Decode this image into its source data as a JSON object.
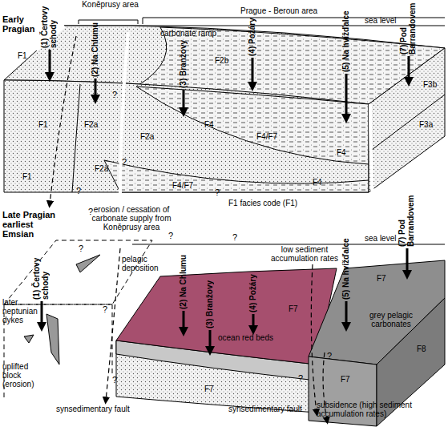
{
  "diagram": {
    "labels": [
      "Koněprusy area",
      "Prague - Beroun area",
      "Early Pragian",
      "sea level",
      "carbonate ramp",
      "(1) Čertovy schody",
      "(2) Na Chlumu",
      "(3) Branžovy",
      "(4) Požáry",
      "(5) Na hvížďalce",
      "(7) Pod Barrandovem",
      "F1",
      "F1",
      "F1",
      "F2a",
      "F2a",
      "F2a",
      "F2b",
      "F4",
      "F4/F7",
      "F4",
      "F4/F7",
      "F4",
      "F3b",
      "F3a",
      "F1 facies code (F1)",
      "?",
      "?",
      "?",
      "?",
      "?",
      "Late Pragian earliest Emsian",
      "erosion / cessation of carbonate supply from Koněprusy area",
      "sea level",
      "pelagic deposition",
      "low sediment accumulation rates",
      "later neptunian dykes",
      "uplifted block (erosion)",
      "ocean red beds",
      "F7",
      "F7",
      "F7",
      "F7",
      "grey pelagic carbonates",
      "F8",
      "synsedimentary fault",
      "synsedimentary fault",
      "subsidence (high sediment accumulation rates)",
      "(1) Čertovy schody",
      "(2) Na Chlumu",
      "(3) Branžovy",
      "(4) Požáry",
      "(5) Na hvížďalce",
      "(7) Pod Barrandovem",
      "?",
      "?",
      "?",
      "?",
      "?",
      "?",
      "?"
    ]
  }
}
